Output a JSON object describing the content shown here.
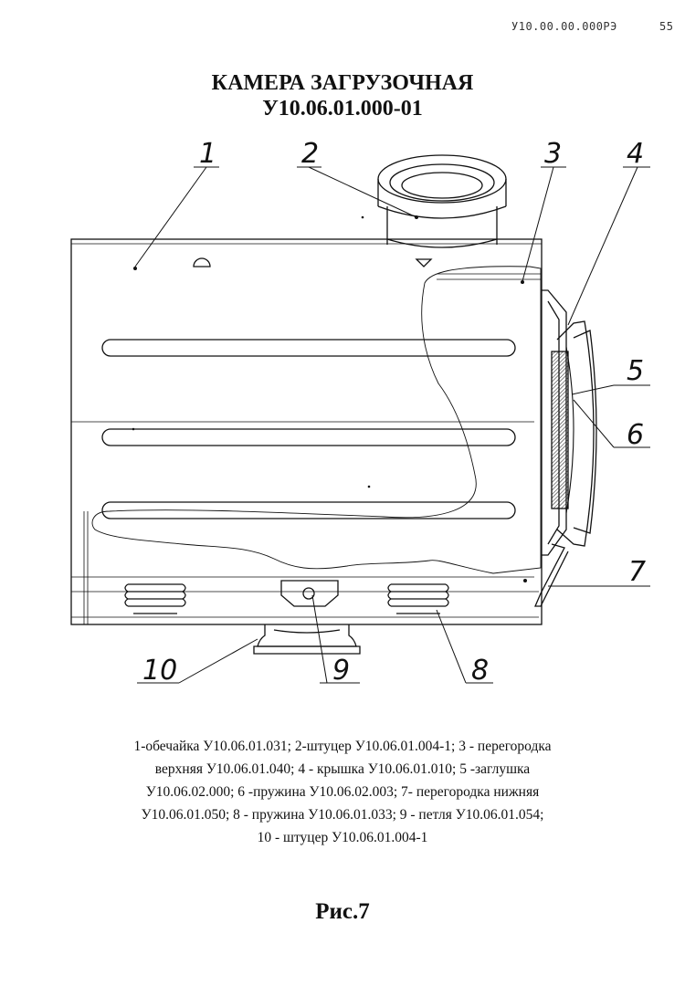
{
  "header": {
    "doc_code": "У10.00.00.000РЭ",
    "page": "55"
  },
  "title": {
    "line1": "КАМЕРА ЗАГРУЗОЧНАЯ",
    "line2": "У10.06.01.000-01"
  },
  "callouts": [
    "1",
    "2",
    "3",
    "4",
    "5",
    "6",
    "7",
    "8",
    "9",
    "10"
  ],
  "caption": {
    "lines": [
      "1-обечайка У10.06.01.031; 2-штуцер У10.06.01.004-1; 3 - перегородка",
      "верхняя У10.06.01.040; 4 - крышка У10.06.01.010;   5 -заглушка",
      "У10.06.02.000; 6 -пружина У10.06.02.003; 7- перегородка нижняя",
      "У10.06.01.050; 8 - пружина У10.06.01.033; 9 - петля У10.06.01.054;",
      "10 - штуцер У10.06.01.004-1"
    ]
  },
  "figure_label": "Рис.7"
}
